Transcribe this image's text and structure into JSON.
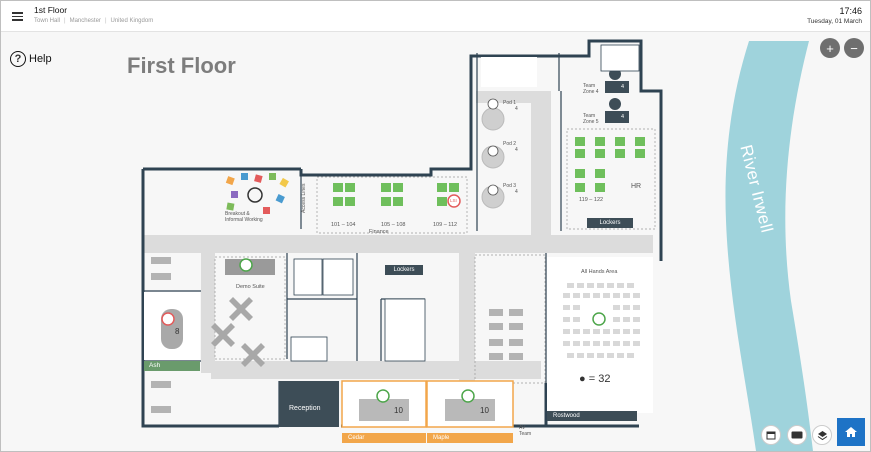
{
  "topbar": {
    "title": "1st Floor",
    "breadcrumb": [
      "Town Hall",
      "Manchester",
      "United Kingdom"
    ],
    "time": "17:46",
    "date": "Tuesday, 01 March"
  },
  "help": {
    "label": "Help",
    "symbol": "?"
  },
  "floor": {
    "title": "First Floor",
    "river": "River Irwell"
  },
  "zoom": {
    "in": "+",
    "out": "−"
  },
  "rooms": {
    "redundant": "Breakout & Informal Working",
    "finance": "Finance",
    "desks_101": "101 – 104",
    "desks_105": "105 – 108",
    "desks_109": "109 – 112",
    "desks_119": "119 – 122",
    "hr": "HR",
    "lockers_top": "Lockers",
    "lockers_mid": "Lockers",
    "team_zone_4": "Team Zone 4",
    "team_zone_5": "Team Zone 5",
    "team_zone_4_count": "4",
    "team_zone_5_count": "4",
    "pod1": "Pod 1",
    "pod2": "Pod 2",
    "pod3": "Pod 3",
    "pod1_count": "4",
    "pod2_count": "4",
    "pod3_count": "4",
    "demo_suite": "Demo Suite",
    "allhands": "All Hands Area",
    "allhands_count": "32",
    "ash": "Ash",
    "ash_count": "8",
    "reception": "Reception",
    "cedar": "Cedar",
    "cedar_count": "10",
    "maple": "Maple",
    "maple_count": "10",
    "rostwood": "Rostwood",
    "av_team": "AV Team",
    "lsl_badge": "LSI",
    "access_label": "Access Lines"
  },
  "colors": {
    "wall": "#2f4352",
    "corridor": "#dcdcdc",
    "river": "#9fd3dc",
    "green": "#4ea64b",
    "orange": "#f2a64a",
    "home": "#1e73c6"
  },
  "icons": [
    "menu-icon",
    "help-icon",
    "zoom-in-icon",
    "zoom-out-icon",
    "calendar-icon",
    "keyboard-icon",
    "layers-icon",
    "home-icon"
  ]
}
